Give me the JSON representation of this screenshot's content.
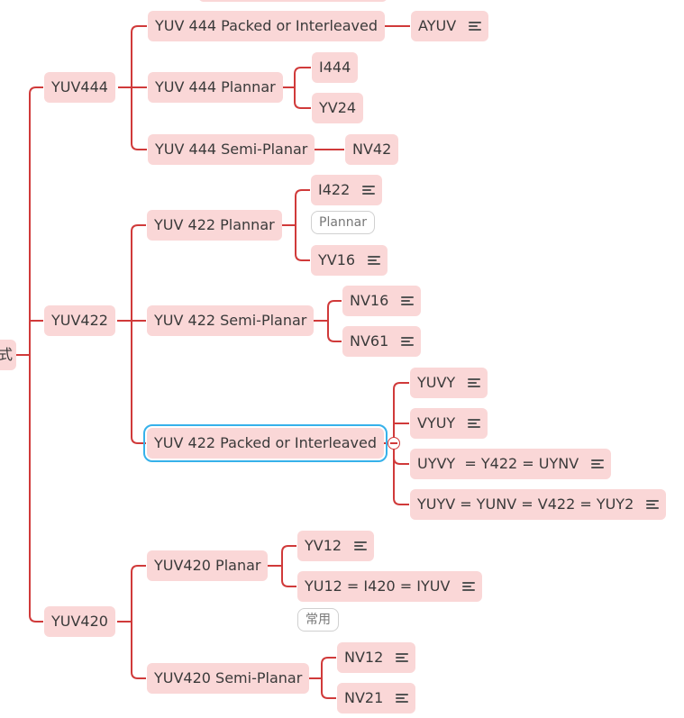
{
  "root": {
    "label": "式"
  },
  "groups": [
    {
      "label": "YUV444",
      "children": [
        {
          "label": "YUV 444 Packed or Interleaved",
          "children": [
            {
              "label": "AYUV",
              "note": true
            }
          ]
        },
        {
          "label": "YUV 444 Plannar",
          "children": [
            {
              "label": "I444"
            },
            {
              "label": "YV24"
            }
          ]
        },
        {
          "label": "YUV 444 Semi-Planar",
          "children": [
            {
              "label": "NV42"
            }
          ]
        }
      ]
    },
    {
      "label": "YUV422",
      "children": [
        {
          "label": "YUV 422 Plannar",
          "children": [
            {
              "label": "I422",
              "note": true,
              "tag": "Plannar"
            },
            {
              "label": "YV16",
              "note": true
            }
          ]
        },
        {
          "label": "YUV 422 Semi-Planar",
          "children": [
            {
              "label": "NV16",
              "note": true
            },
            {
              "label": "NV61",
              "note": true
            }
          ]
        },
        {
          "label": "YUV 422 Packed or Interleaved",
          "selected": true,
          "children": [
            {
              "label": "YUVY",
              "note": true
            },
            {
              "label": "VYUY",
              "note": true
            },
            {
              "label": "UYVY  = Y422 = UYNV",
              "note": true
            },
            {
              "label": "YUYV = YUNV = V422 = YUY2",
              "note": true
            }
          ]
        }
      ]
    },
    {
      "label": "YUV420",
      "children": [
        {
          "label": "YUV420 Planar",
          "children": [
            {
              "label": "YV12",
              "note": true
            },
            {
              "label": "YU12 = I420 = IYUV",
              "note": true,
              "tag": "常用"
            }
          ]
        },
        {
          "label": "YUV420 Semi-Planar",
          "children": [
            {
              "label": "NV12",
              "note": true
            },
            {
              "label": "NV21",
              "note": true
            }
          ]
        }
      ]
    }
  ],
  "colors": {
    "edge": "#d03a3a",
    "node_fill": "#fad7d7",
    "selection": "#36b1ea"
  },
  "icons": {
    "note": "note-lines-icon",
    "collapse": "collapse-minus-icon"
  }
}
